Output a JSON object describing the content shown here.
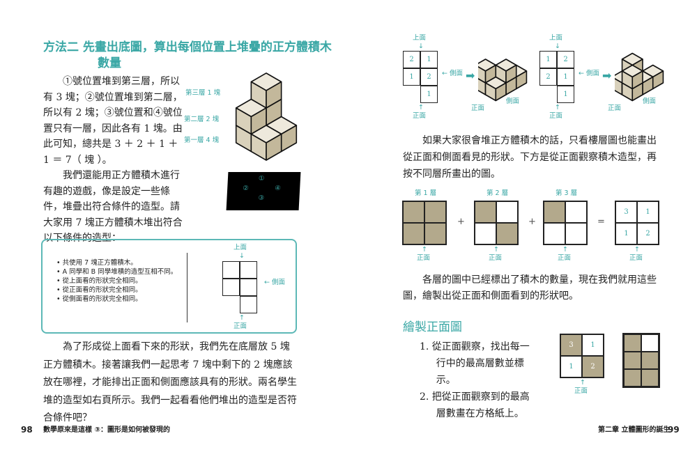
{
  "left_page": {
    "title_line1": "方法二  先畫出底圖，算出每個位置上堆疊的正方體積木",
    "title_line2": "數量",
    "paragraph1": "①號位置堆到第三層，所以有 3 塊；②號位置堆到第二層，所以有 2 塊；③號位置和④號位置只有一層，因此各有 1 塊。由此可知，總共是 3 ＋ 2 ＋ 1 ＋ 1 ＝ 7（ 塊 ）。",
    "paragraph2": "我們還能用正方體積木進行有趣的遊戲，像是設定一些條件，堆疊出符合條件的造型。請大家用 7 塊正方體積木堆出符合以下條件的造型：",
    "figure": {
      "layer_labels": [
        "第三層 1 塊",
        "第二層 2 塊",
        "第一層 4 塊"
      ],
      "base_positions": [
        "①",
        "②",
        "③",
        "④"
      ],
      "stack_heights": {
        "①": 3,
        "②": 2,
        "③": 1,
        "④": 1
      }
    },
    "conditions": [
      "共使用 7 塊正方體積木。",
      "A 同學和 B 同學堆積的造型互相不同。",
      "從上面看的形狀完全相同。",
      "從正面看的形狀完全相同。",
      "從側面看的形狀完全相同。"
    ],
    "condition_grid_labels": {
      "top": "上面",
      "side": "側面",
      "front": "正面"
    },
    "paragraph3": "為了形成從上面看下來的形狀，我們先在底層放 5 塊正方體積木。接著讓我們一起思考 7 塊中剩下的 2 塊應該放在哪裡，才能排出正面和側面應該具有的形狀。兩名學生堆的造型如右頁所示。我們一起看看他們堆出的造型是否符合條件吧？",
    "page_number": "98",
    "running_title": "數學原來是這樣 ③：圖形是如何被發現的"
  },
  "right_page": {
    "examples": [
      {
        "grid": [
          [
            "2",
            "1"
          ],
          [
            "1",
            "2"
          ],
          [
            "",
            "1"
          ]
        ],
        "labels": {
          "top": "上面",
          "side": "側面",
          "front": "正面"
        }
      },
      {
        "grid": [
          [
            "1",
            "2"
          ],
          [
            "2",
            "1"
          ],
          [
            "",
            "1"
          ]
        ],
        "labels": {
          "top": "上面",
          "side": "側面",
          "front": "正面"
        }
      }
    ],
    "paragraph1": "如果大家很會堆正方體積木的話，只看樓層圖也能畫出從正面和側面看見的形狀。下方是從正面觀察積木造型，再按不同層所畫出的圖。",
    "layers": [
      {
        "label": "第 1 層",
        "filled": [
          true,
          true,
          true,
          true
        ],
        "front": "正面"
      },
      {
        "label": "第 2 層",
        "filled": [
          true,
          false,
          false,
          true
        ],
        "front": "正面"
      },
      {
        "label": "第 3 層",
        "filled": [
          true,
          false,
          false,
          false
        ],
        "front": "正面"
      }
    ],
    "operators": [
      "+",
      "+",
      "="
    ],
    "result": {
      "values": [
        "3",
        "1",
        "1",
        "2"
      ],
      "front": "正面"
    },
    "paragraph2": "各層的圖中已經標出了積木的數量，現在我們就用這些圖，繪製出從正面和側面看到的形狀吧。",
    "heading": "繪製正面圖",
    "steps": [
      "1.  從正面觀察，找出每一行中的最高層數並標示。",
      "2.  把從正面觀察到的最高層數畫在方格紙上。"
    ],
    "max_grid": {
      "values": [
        "3",
        "1",
        "1",
        "2"
      ],
      "filled": [
        true,
        false,
        false,
        true
      ],
      "front": "正面"
    },
    "front_view_grid": {
      "filled": [
        true,
        false,
        true,
        true,
        true,
        true
      ]
    },
    "page_number": "99",
    "running_title": "第二章  立體圖形的誕生"
  },
  "colors": {
    "accent": "#3aa7a5",
    "block_tan": "#b3a98c",
    "cube_top": "#eee9dc",
    "cube_left": "#d9d1bb",
    "cube_right": "#c3b89b"
  }
}
